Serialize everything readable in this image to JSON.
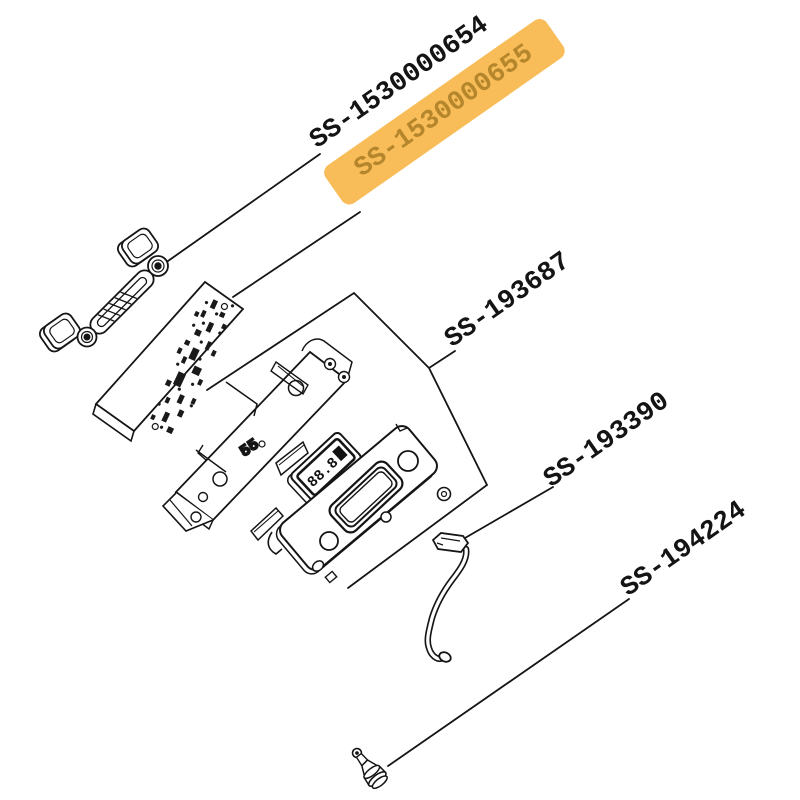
{
  "diagram": {
    "background_color": "#ffffff",
    "line_color": "#151515",
    "highlight": {
      "fill": "#f8bd58",
      "text_color": "#b5862c"
    },
    "labels": [
      {
        "text": "SS-1530000654",
        "highlighted": false,
        "points_to": "button-assembly"
      },
      {
        "text": "SS-1530000655",
        "highlighted": true,
        "points_to": "pcb-board"
      },
      {
        "text": "SS-193687",
        "highlighted": false,
        "points_to": "panel-group"
      },
      {
        "text": "SS-193390",
        "highlighted": false,
        "points_to": "cable"
      },
      {
        "text": "SS-194224",
        "highlighted": false,
        "points_to": "probe"
      }
    ],
    "display_value": "88.8",
    "frame_marking": "55"
  }
}
